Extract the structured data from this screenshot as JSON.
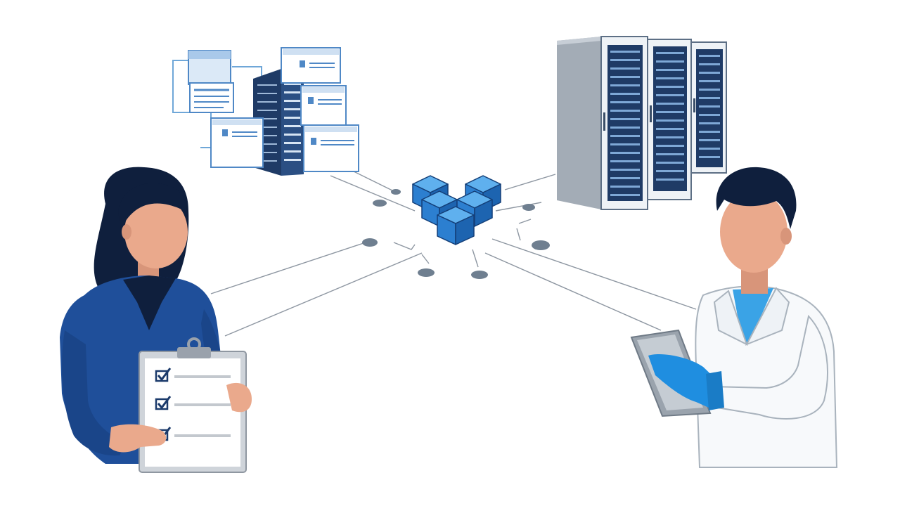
{
  "illustration": {
    "subject": [
      "file-storage-icon",
      "server-rack-icon",
      "cube-cluster-icon",
      "woman-with-clipboard",
      "scientist-with-tablet"
    ],
    "colors": {
      "navy": "#1b2f52",
      "blue": "#1f4f9a",
      "cube_blue": "#2c7fd0",
      "light_blue": "#cfe3f5",
      "skin": "#e9a98a",
      "gray_line": "#7f8a97",
      "node": "#6f7f90",
      "glove": "#1f8ee0",
      "lab_coat": "#f7f9fb",
      "rack_gray": "#9aa3ad"
    },
    "clipboard_checked_items": 3
  }
}
